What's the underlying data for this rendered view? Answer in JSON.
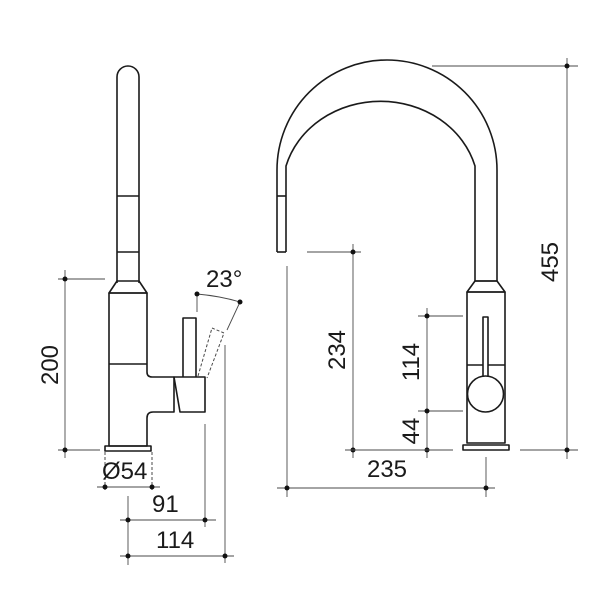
{
  "drawing": {
    "subject": "Kitchen mixer tap with pull-out spout",
    "views": [
      "side-view",
      "front-view"
    ],
    "colors": {
      "line": "#1a1a1a",
      "dimension": "#4a4a4a",
      "background": "#ffffff"
    }
  },
  "side_view": {
    "dimensions": {
      "body_height": "200",
      "lever_angle": "23°",
      "base_diameter": "Ø54",
      "lever_reach": "91",
      "total_reach": "114"
    }
  },
  "front_view": {
    "dimensions": {
      "overall_height": "455",
      "spout_outlet_height": "234",
      "lever_height": "114",
      "lever_offset": "44",
      "spout_reach": "235"
    }
  }
}
